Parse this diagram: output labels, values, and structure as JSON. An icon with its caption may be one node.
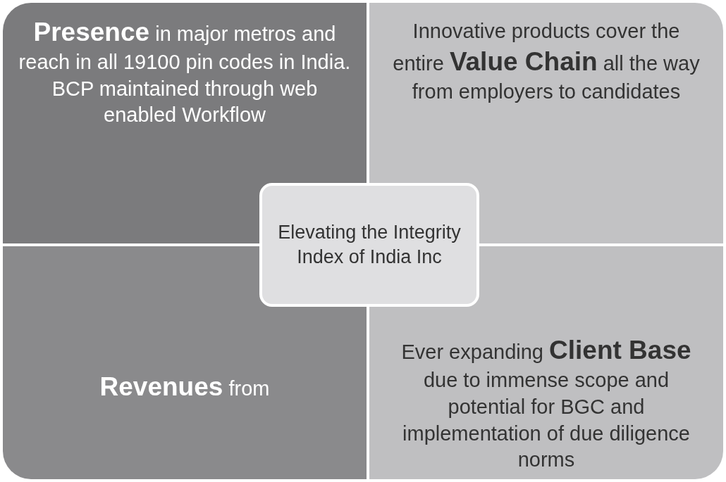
{
  "diagram": {
    "nodes": [
      {
        "text": [
          "**Presence** in major metros and reach in all 19100 pin codes in India. BCP maintained through web enabled Workflow"
        ]
      },
      {
        "text": [
          "Innovative products cover the entire **Value Chain** all the way from employers to candidates"
        ]
      },
      {
        "text": [
          "**Revenues** from"
        ]
      },
      {
        "text": [
          "Ever expanding **Client Base** due to immense scope and potential for BGC and implementation of due diligence norms"
        ]
      },
      {
        "text": [
          "Elevating the Integrity Index of India Inc"
        ]
      }
    ]
  }
}
